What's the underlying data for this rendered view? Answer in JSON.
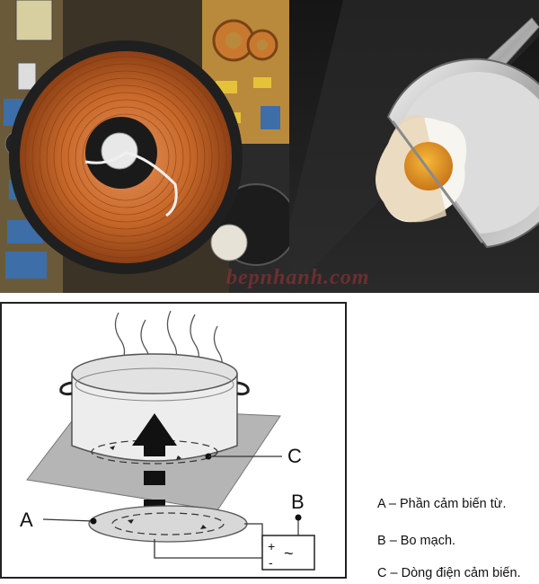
{
  "watermark": "bepnhanh.com",
  "diagram": {
    "label_a": "A",
    "label_b": "B",
    "label_c": "C",
    "plus": "+",
    "minus": "-",
    "tilde": "~"
  },
  "legend": {
    "a": "A – Phần cảm biến từ.",
    "b": "B – Bo mạch.",
    "c": "C – Dòng điện cảm biến."
  },
  "colors": {
    "copper": "#c8692a",
    "coil_backing": "#222222",
    "pcb": "#b98a3c",
    "watermark": "#e63a3a"
  }
}
